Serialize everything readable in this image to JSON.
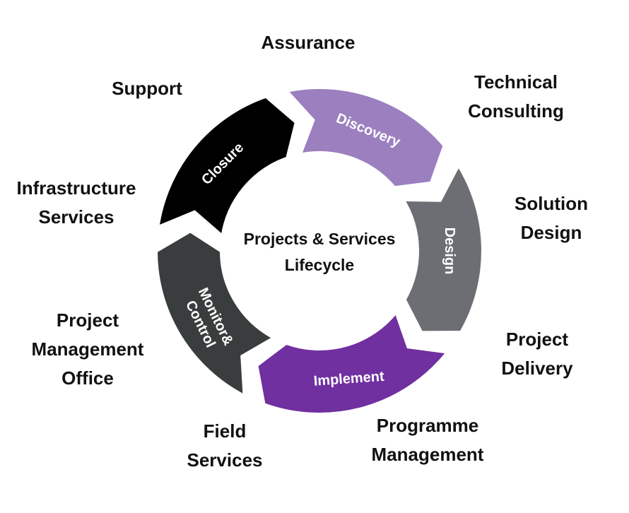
{
  "center": {
    "line1": "Projects & Services",
    "line2": "Lifecycle"
  },
  "phases": [
    {
      "name": "discovery",
      "label": "Discovery",
      "color": "#9b7fbf"
    },
    {
      "name": "design",
      "label": "Design",
      "color": "#6d6e73"
    },
    {
      "name": "implement",
      "label": "Implement",
      "color": "#7030a0"
    },
    {
      "name": "monitor-control",
      "label_line1": "Monitor&",
      "label_line2": "Control",
      "color": "#3a3d3d"
    },
    {
      "name": "closure",
      "label": "Closure",
      "color": "#000000"
    }
  ],
  "services": {
    "assurance": {
      "line1": "Assurance"
    },
    "technical_consulting": {
      "line1": "Technical",
      "line2": "Consulting"
    },
    "solution_design": {
      "line1": "Solution",
      "line2": "Design"
    },
    "project_delivery": {
      "line1": "Project",
      "line2": "Delivery"
    },
    "programme_management": {
      "line1": "Programme",
      "line2": "Management"
    },
    "field_services": {
      "line1": "Field",
      "line2": "Services"
    },
    "project_management_office": {
      "line1": "Project",
      "line2": "Management",
      "line3": "Office"
    },
    "infrastructure_services": {
      "line1": "Infrastructure",
      "line2": "Services"
    },
    "support": {
      "line1": "Support"
    }
  }
}
